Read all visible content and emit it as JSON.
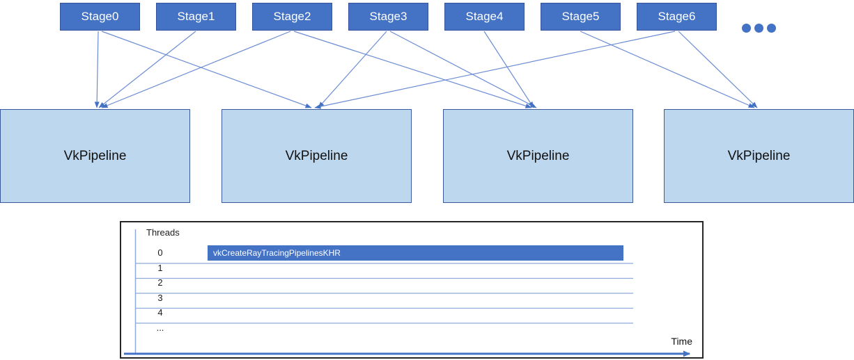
{
  "diagram": {
    "stages": {
      "labels": [
        "Stage0",
        "Stage1",
        "Stage2",
        "Stage3",
        "Stage4",
        "Stage5",
        "Stage6"
      ]
    },
    "ellipsis_dots": 3,
    "pipelines": {
      "labels": [
        "VkPipeline",
        "VkPipeline",
        "VkPipeline",
        "VkPipeline"
      ]
    },
    "arrows": [
      {
        "from_stage": "Stage0",
        "to_pipeline": 0
      },
      {
        "from_stage": "Stage0",
        "to_pipeline": 1
      },
      {
        "from_stage": "Stage1",
        "to_pipeline": 0
      },
      {
        "from_stage": "Stage2",
        "to_pipeline": 0
      },
      {
        "from_stage": "Stage2",
        "to_pipeline": 2
      },
      {
        "from_stage": "Stage3",
        "to_pipeline": 1
      },
      {
        "from_stage": "Stage3",
        "to_pipeline": 2
      },
      {
        "from_stage": "Stage4",
        "to_pipeline": 2
      },
      {
        "from_stage": "Stage5",
        "to_pipeline": 3
      },
      {
        "from_stage": "Stage6",
        "to_pipeline": 1
      },
      {
        "from_stage": "Stage6",
        "to_pipeline": 3
      }
    ]
  },
  "timeline": {
    "title": "Threads",
    "rows": [
      "0",
      "1",
      "2",
      "3",
      "4",
      "..."
    ],
    "bar": {
      "thread": "0",
      "label": "vkCreateRayTracingPipelinesKHR"
    },
    "time_axis_label": "Time"
  },
  "colors": {
    "stage_fill": "#4472C4",
    "stage_border": "#35549B",
    "pipeline_fill": "#BDD7EE",
    "pipeline_border": "#3A5A9B",
    "arrow_line": "#6B8CD4",
    "arrow_head": "#4472C4",
    "grid_line": "#8FAADC",
    "bar_fill": "#4472C4",
    "chart_border": "#262626",
    "time_axis": "#4472C4"
  }
}
